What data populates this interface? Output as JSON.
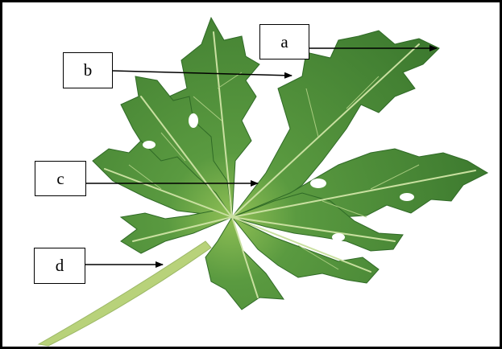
{
  "labels": {
    "a": "a",
    "b": "b",
    "c": "c",
    "d": "d"
  },
  "colors": {
    "leaf_fill": "#4b8a3a",
    "leaf_dark": "#2f6a26",
    "vein": "#c9e0a0",
    "petiole": "#b8d27a",
    "border": "#000000"
  }
}
